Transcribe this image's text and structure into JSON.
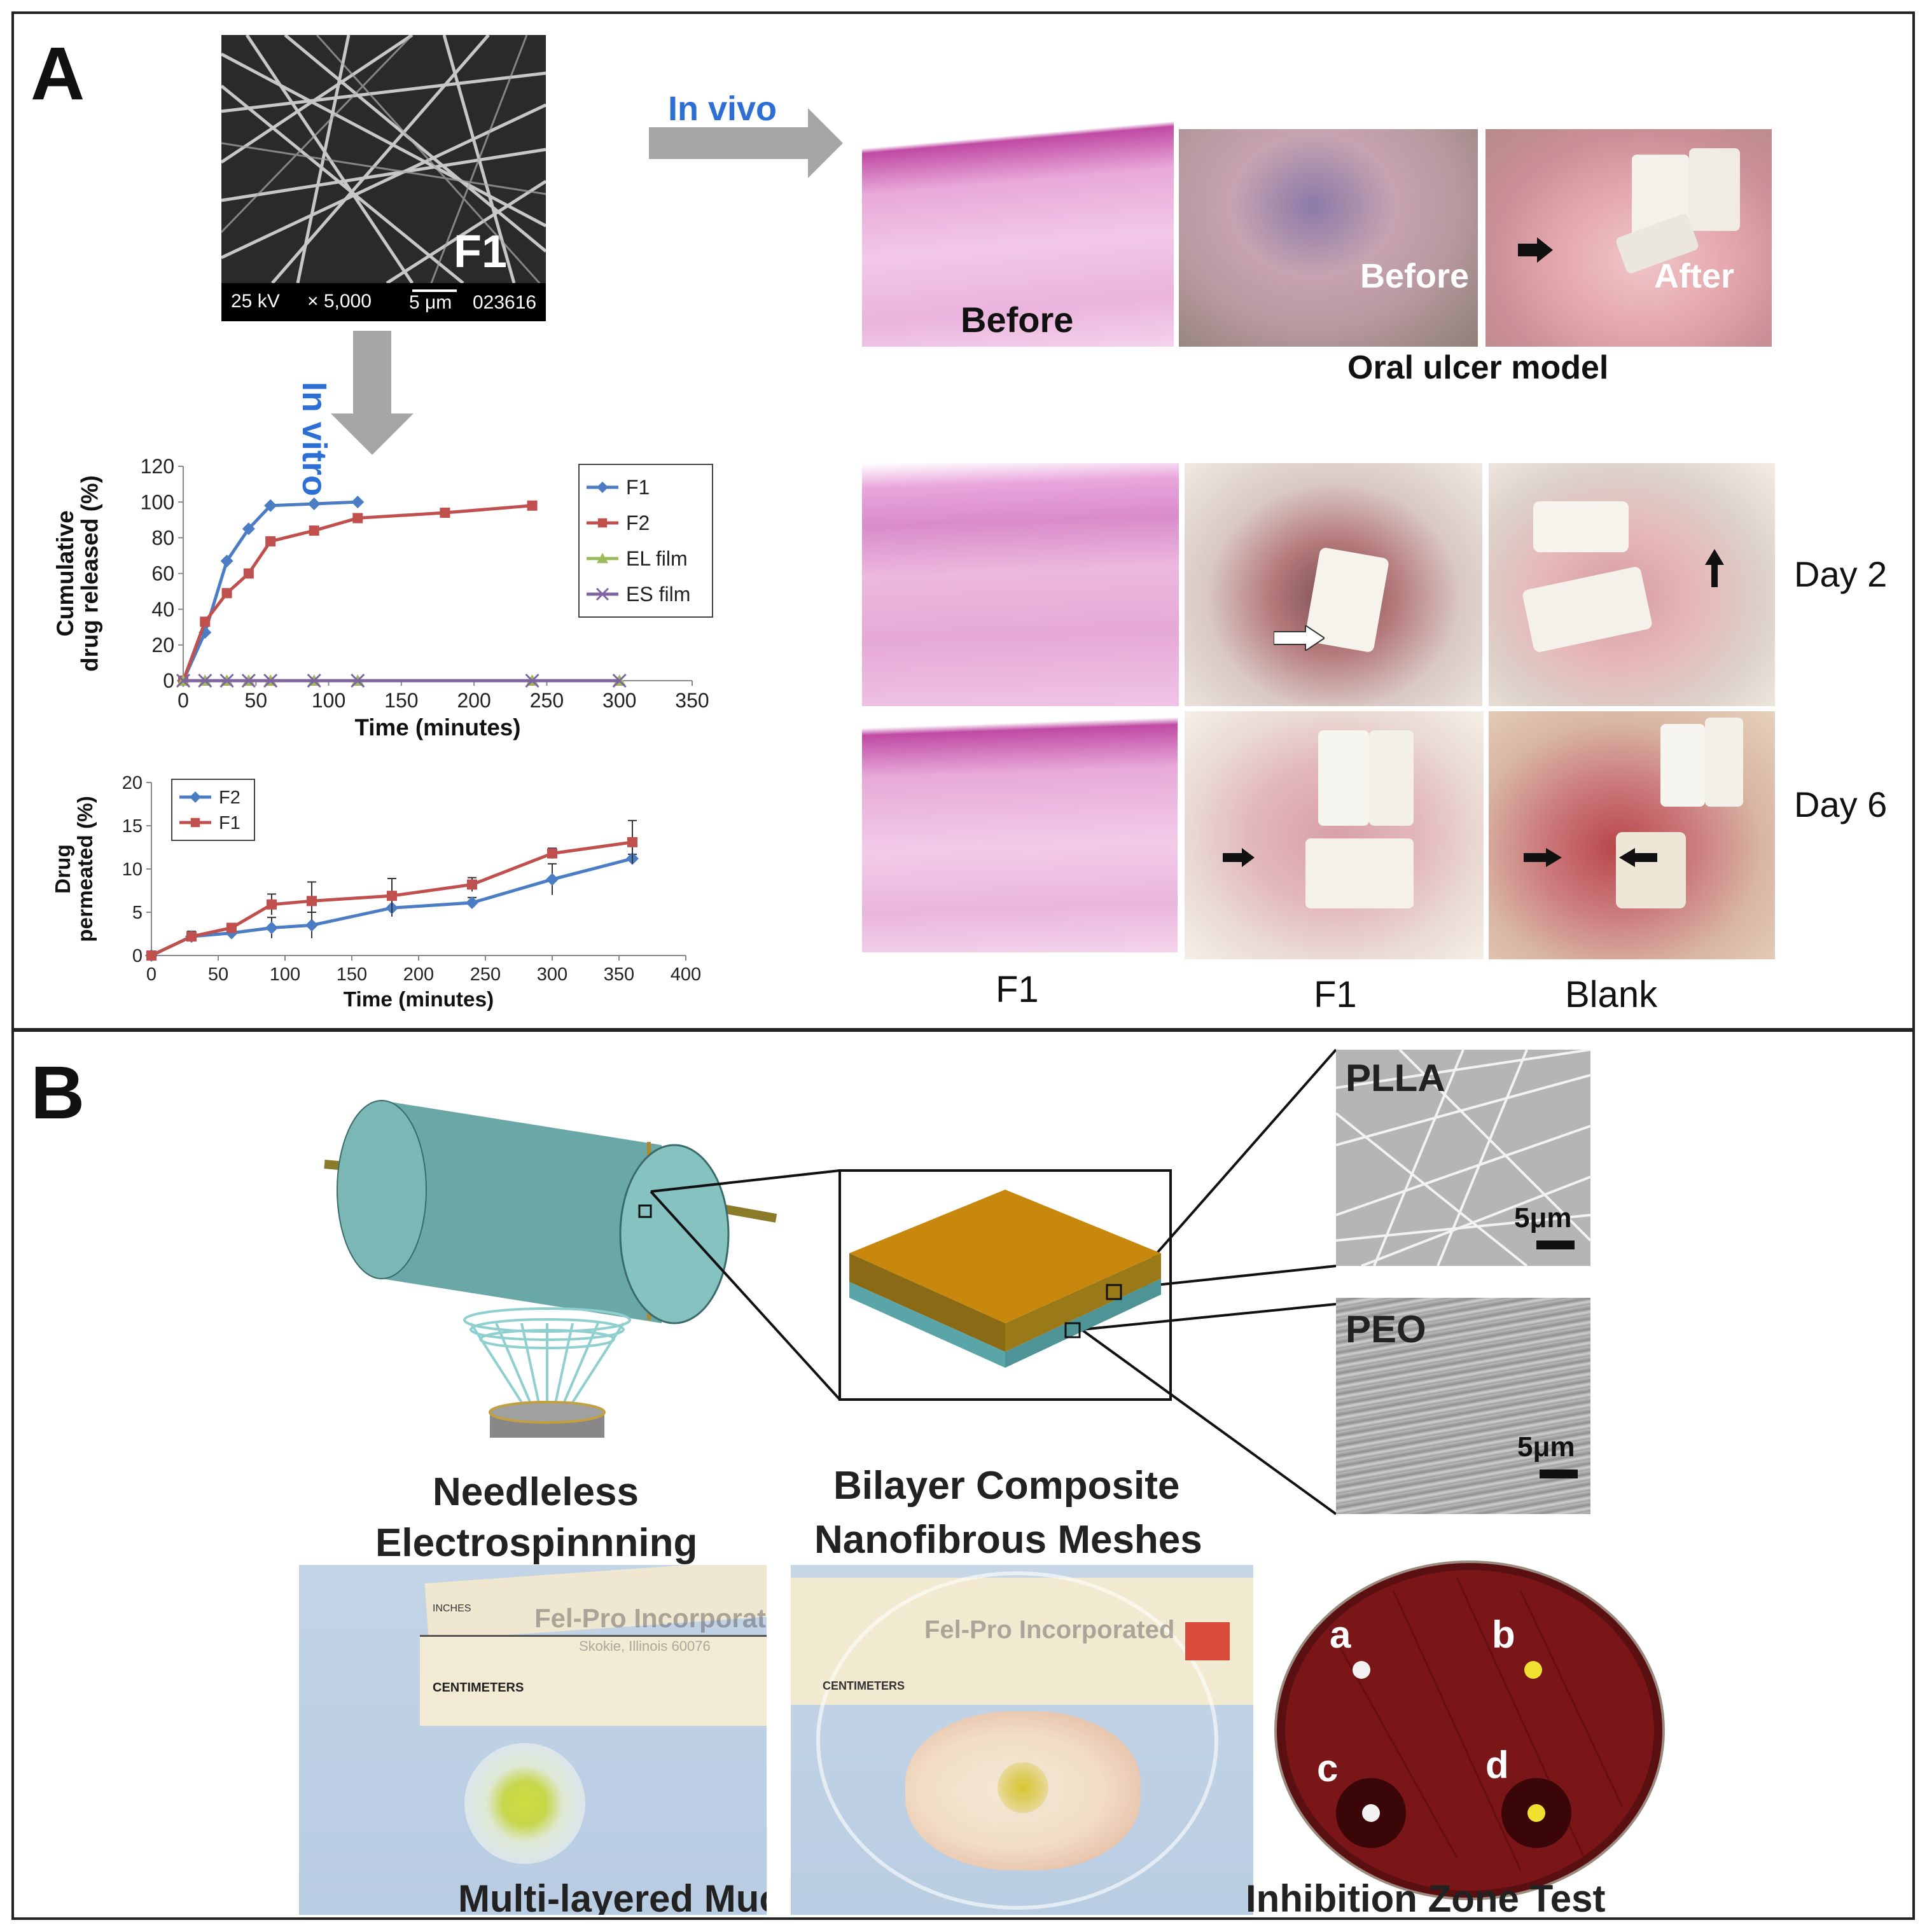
{
  "panel_a": {
    "label": "A",
    "sem": {
      "tag": "F1",
      "kv": "25 kV",
      "mag": "× 5,000",
      "scale": "5 μm",
      "id": "023616"
    },
    "in_vitro": "In vitro",
    "in_vivo": "In vivo",
    "histo_before": "Before",
    "photo_before": "Before",
    "photo_after": "After",
    "oral_ulcer_model": "Oral ulcer model",
    "day2": "Day 2",
    "day6": "Day 6",
    "bottom_labels": [
      "F1",
      "F1",
      "Blank"
    ]
  },
  "panel_b": {
    "label": "B",
    "plla": "PLLA",
    "peo": "PEO",
    "scale1": "5μm",
    "scale2": "5μm",
    "needleless": [
      "Needleless",
      "Electrospinnning"
    ],
    "bilayer": [
      "Bilayer Composite",
      "Nanofibrous Meshes"
    ],
    "ruler1": {
      "inches": "INCHES",
      "cm": "CENTIMETERS",
      "brand": "Fel-Pro Incorporated",
      "city": "Skokie, Illinois 60076"
    },
    "ruler2": {
      "cm": "CENTIMETERS",
      "brand": "Fel-Pro Incorporated"
    },
    "patch_label": "Multi-layered Mucoadhesive Patch",
    "inhibition_label": "Inhibition Zone Test",
    "disc_labels": [
      "a",
      "b",
      "c",
      "d"
    ]
  },
  "chart_data": [
    {
      "type": "line",
      "ylabel": "Cumulative drug released (%)",
      "xlabel": "Time (minutes)",
      "xlim": [
        0,
        350
      ],
      "ylim": [
        0,
        120
      ],
      "xticks": [
        0,
        50,
        100,
        150,
        200,
        250,
        300,
        350
      ],
      "yticks": [
        0,
        20,
        40,
        60,
        80,
        100,
        120
      ],
      "legend_position": "top-right",
      "series": [
        {
          "name": "F1",
          "color": "#4a7dc4",
          "marker": "diamond",
          "x": [
            0,
            15,
            30,
            45,
            60,
            90,
            120
          ],
          "y": [
            0,
            27,
            67,
            85,
            98,
            99,
            100
          ]
        },
        {
          "name": "F2",
          "color": "#c0504d",
          "marker": "square",
          "x": [
            0,
            15,
            30,
            45,
            60,
            90,
            120,
            180,
            240
          ],
          "y": [
            0,
            33,
            49,
            60,
            78,
            84,
            91,
            94,
            98
          ]
        },
        {
          "name": "EL film",
          "color": "#9bbb59",
          "marker": "triangle",
          "x": [
            0,
            15,
            30,
            45,
            60,
            90,
            120,
            240,
            300
          ],
          "y": [
            0,
            0,
            0,
            0,
            0,
            0,
            0,
            0,
            0
          ]
        },
        {
          "name": "ES film",
          "color": "#8064a2",
          "marker": "x",
          "x": [
            0,
            15,
            30,
            45,
            60,
            90,
            120,
            240,
            300
          ],
          "y": [
            0,
            0,
            0,
            0,
            0,
            0,
            0,
            0,
            0
          ]
        }
      ]
    },
    {
      "type": "line",
      "ylabel": "Drug permeated (%)",
      "xlabel": "Time (minutes)",
      "xlim": [
        0,
        400
      ],
      "ylim": [
        0,
        20
      ],
      "xticks": [
        0,
        50,
        100,
        150,
        200,
        250,
        300,
        350,
        400
      ],
      "yticks": [
        0,
        5,
        10,
        15,
        20
      ],
      "legend_position": "top-left",
      "series": [
        {
          "name": "F2",
          "color": "#4a7dc4",
          "marker": "diamond",
          "x": [
            0,
            30,
            60,
            90,
            120,
            180,
            240,
            300,
            360
          ],
          "y": [
            0,
            2.2,
            2.6,
            3.2,
            3.5,
            5.5,
            6.1,
            8.8,
            11.2
          ],
          "err": [
            0,
            0.6,
            0.5,
            1.2,
            1.5,
            1.0,
            0.6,
            1.8,
            0.5
          ]
        },
        {
          "name": "F1",
          "color": "#c0504d",
          "marker": "square",
          "x": [
            0,
            30,
            60,
            90,
            120,
            180,
            240,
            300,
            360
          ],
          "y": [
            0,
            2.2,
            3.2,
            5.9,
            6.3,
            6.9,
            8.2,
            11.8,
            13.1
          ],
          "err": [
            0,
            0.4,
            0.5,
            1.2,
            2.2,
            2.0,
            0.8,
            0.6,
            2.5
          ]
        }
      ]
    }
  ]
}
